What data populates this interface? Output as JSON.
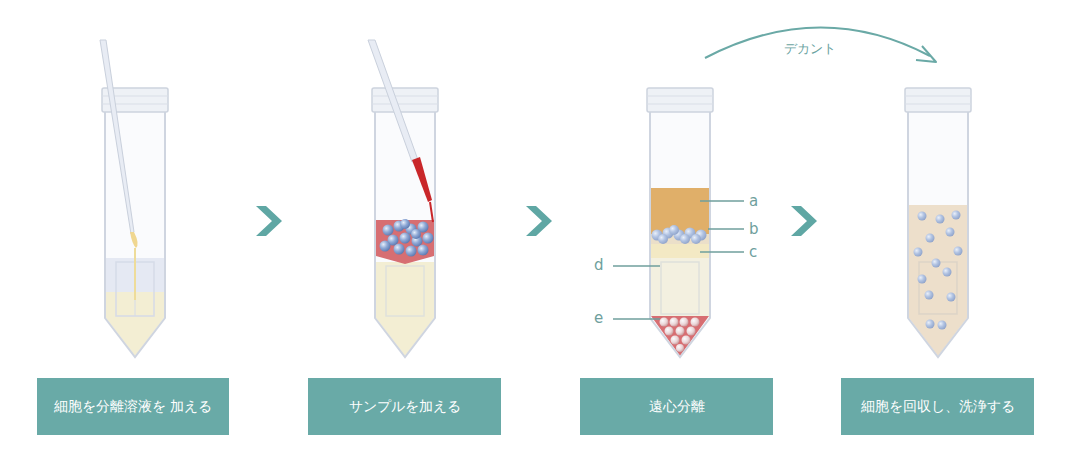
{
  "diagram": {
    "nodes": [
      {
        "text": [
          "細胞を分離溶液を 加える"
        ]
      },
      {
        "text": [
          "サンプルを加える"
        ]
      },
      {
        "text": [
          "遠心分離"
        ]
      },
      {
        "text": [
          "細胞を回収し、洗浄する"
        ]
      }
    ],
    "labels": [
      "デカント",
      "a",
      "b",
      "c",
      "d",
      "e"
    ]
  }
}
